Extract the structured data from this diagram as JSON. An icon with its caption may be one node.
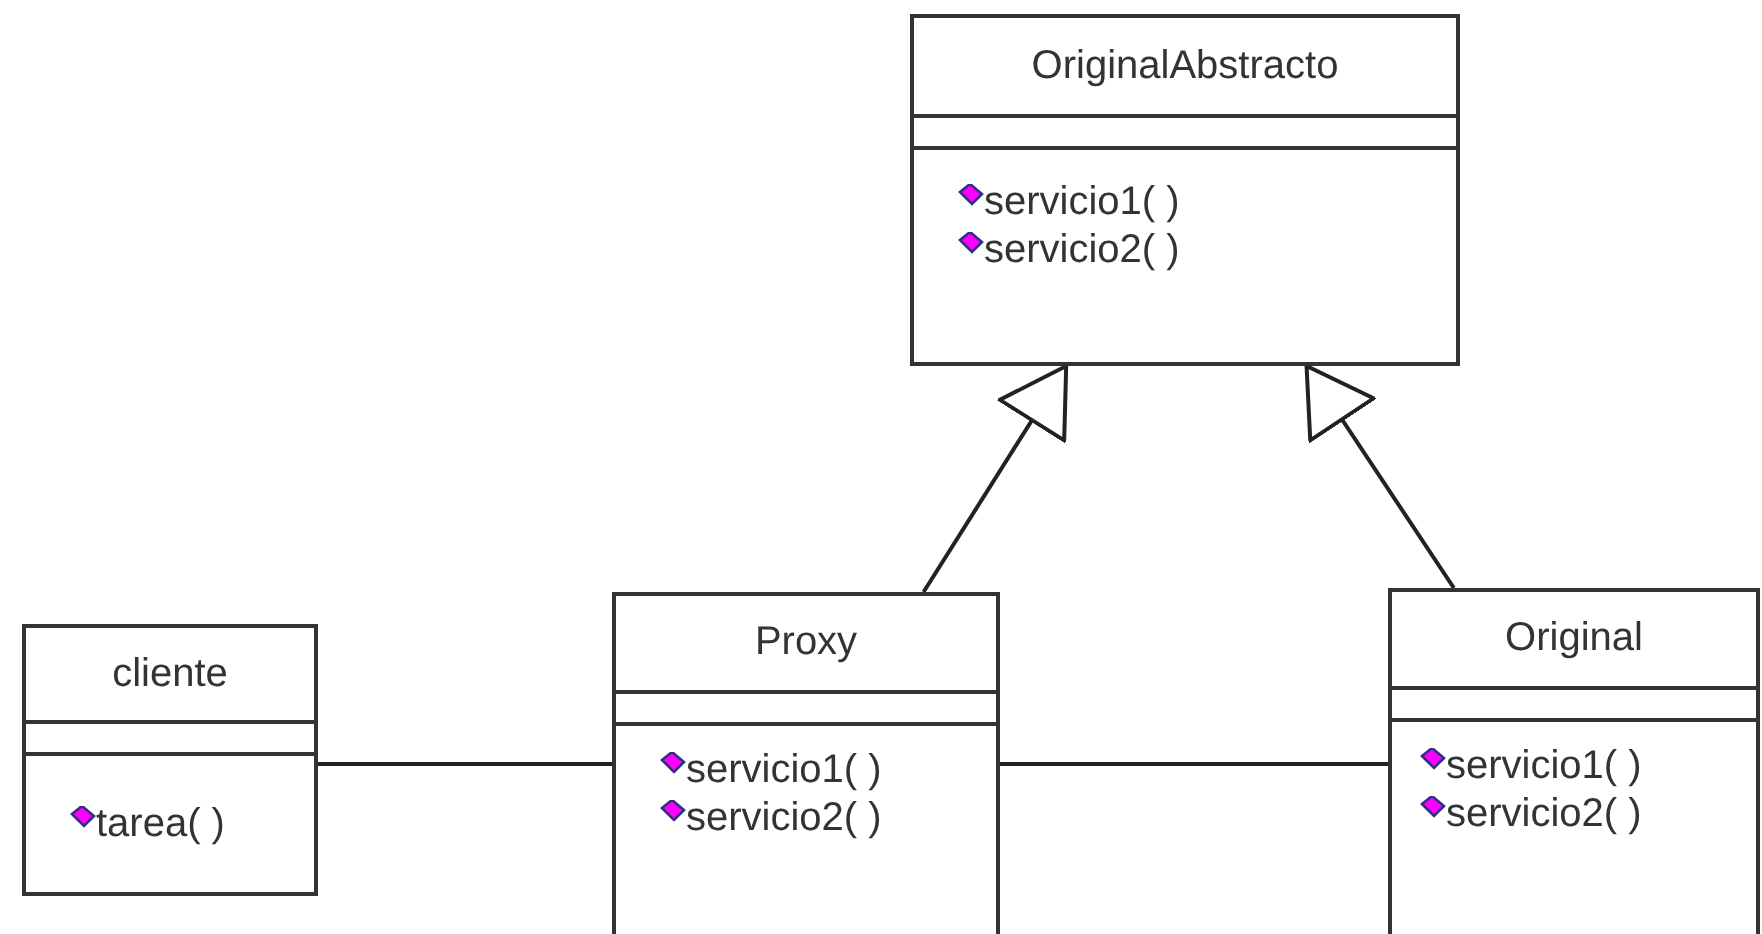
{
  "diagram": {
    "nodes": [
      {
        "text": [
          "OriginalAbstracto",
          "servicio1( )",
          "servicio2( )"
        ]
      },
      {
        "text": [
          "cliente",
          "tarea( )"
        ]
      },
      {
        "text": [
          "Proxy",
          "servicio1( )",
          "servicio2( )"
        ]
      },
      {
        "text": [
          "Original",
          "servicio1( )",
          "servicio2( )"
        ]
      }
    ],
    "edges": [
      {
        "from": 2,
        "to": 0,
        "arrow": "to"
      },
      {
        "from": 3,
        "to": 0,
        "arrow": "to"
      },
      {
        "from": 1,
        "to": 2,
        "arrow": "none"
      },
      {
        "from": 2,
        "to": 3,
        "arrow": "none"
      }
    ]
  }
}
